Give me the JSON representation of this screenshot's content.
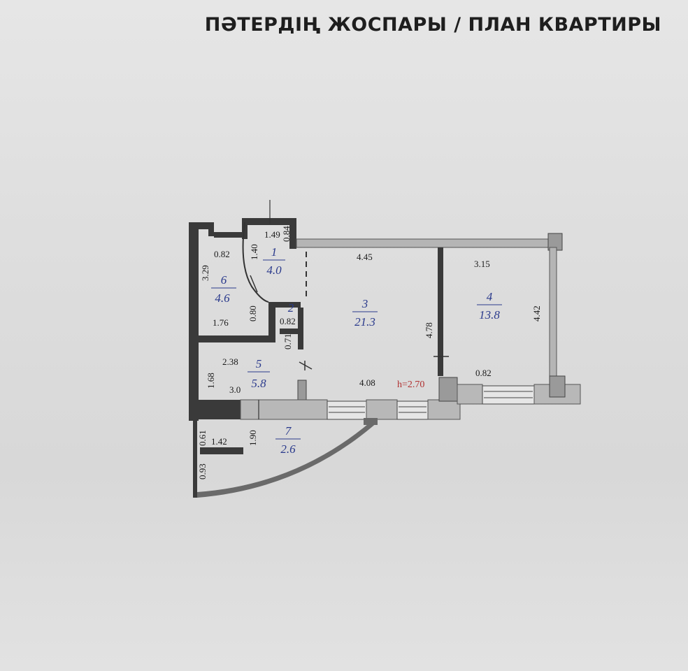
{
  "title": "ПӘТЕРДІҢ ЖОСПАРЫ / ПЛАН КВАРТИРЫ",
  "rooms": [
    {
      "number": "1",
      "area": "4.0"
    },
    {
      "number": "2",
      "area": ""
    },
    {
      "number": "3",
      "area": "21.3"
    },
    {
      "number": "4",
      "area": "13.8"
    },
    {
      "number": "5",
      "area": "5.8"
    },
    {
      "number": "6",
      "area": "4.6"
    },
    {
      "number": "7",
      "area": "2.6"
    }
  ],
  "dimensions": {
    "r1_top": "1.49",
    "r1_side": "1.40",
    "r1_right": "0.84",
    "r6_top": "0.82",
    "r6_left": "3.29",
    "r6_bottom": "1.76",
    "r6_door": "0.80",
    "r2_width": "0.82",
    "r2_height": "0.71",
    "r3_top": "4.45",
    "r3_right": "4.78",
    "r3_bottom": "4.08",
    "r4_top": "3.15",
    "r4_right": "4.42",
    "r4_bottom": "0.82",
    "r5_top": "2.38",
    "r5_left": "1.68",
    "r5_bottom": "3.0",
    "r7_a": "0.61",
    "r7_b": "1.42",
    "r7_c": "1.90",
    "r7_d": "0.93"
  },
  "ceiling_height": "h=2.70"
}
